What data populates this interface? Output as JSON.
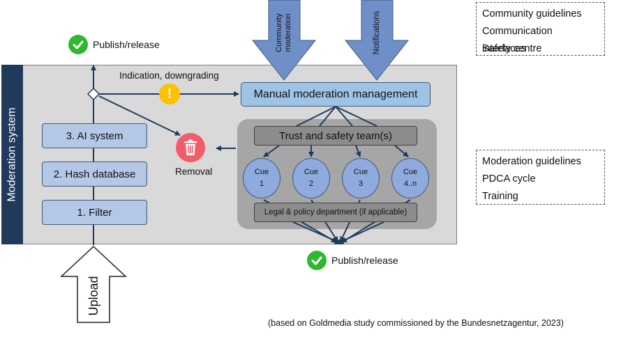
{
  "sidebar": {
    "label": "Moderation system"
  },
  "stages": [
    {
      "label": "3. AI system"
    },
    {
      "label": "2. Hash database"
    },
    {
      "label": "1. Filter"
    }
  ],
  "upload": {
    "label": "Upload"
  },
  "publish_top": {
    "label": "Publish/release"
  },
  "publish_bottom": {
    "label": "Publish/release"
  },
  "indication": {
    "label": "Indication, downgrading"
  },
  "removal": {
    "label": "Removal"
  },
  "manual": {
    "label": "Manual moderation management"
  },
  "trust_team": {
    "label": "Trust and safety team(s)"
  },
  "cues": [
    {
      "line1": "Cue",
      "line2": "1"
    },
    {
      "line1": "Cue",
      "line2": "2"
    },
    {
      "line1": "Cue",
      "line2": "3"
    },
    {
      "line1": "Cue",
      "line2": "4..n"
    }
  ],
  "legal": {
    "label": "Legal & policy department (if applicable)"
  },
  "inputs": [
    {
      "label": "Community moderation"
    },
    {
      "label": "Notifications"
    }
  ],
  "box_top": {
    "items": [
      "Community guidelines",
      "Communication interfaces",
      "Safety centre"
    ]
  },
  "box_mid": {
    "items": [
      "Moderation guidelines",
      "PDCA cycle",
      "Training"
    ]
  },
  "source": "(based on Goldmedia study commissioned by the Bundesnetzagentur, 2023)",
  "colors": {
    "navy": "#203a5c",
    "stage_fill": "#b4c7e7",
    "manual_fill": "#9dc3e6",
    "cue_fill": "#8faadc",
    "input_arrow": "#6f8fc9",
    "check_green": "#2eb82e",
    "warn_yellow": "#ffc000",
    "removal_red": "#f25c6a"
  }
}
